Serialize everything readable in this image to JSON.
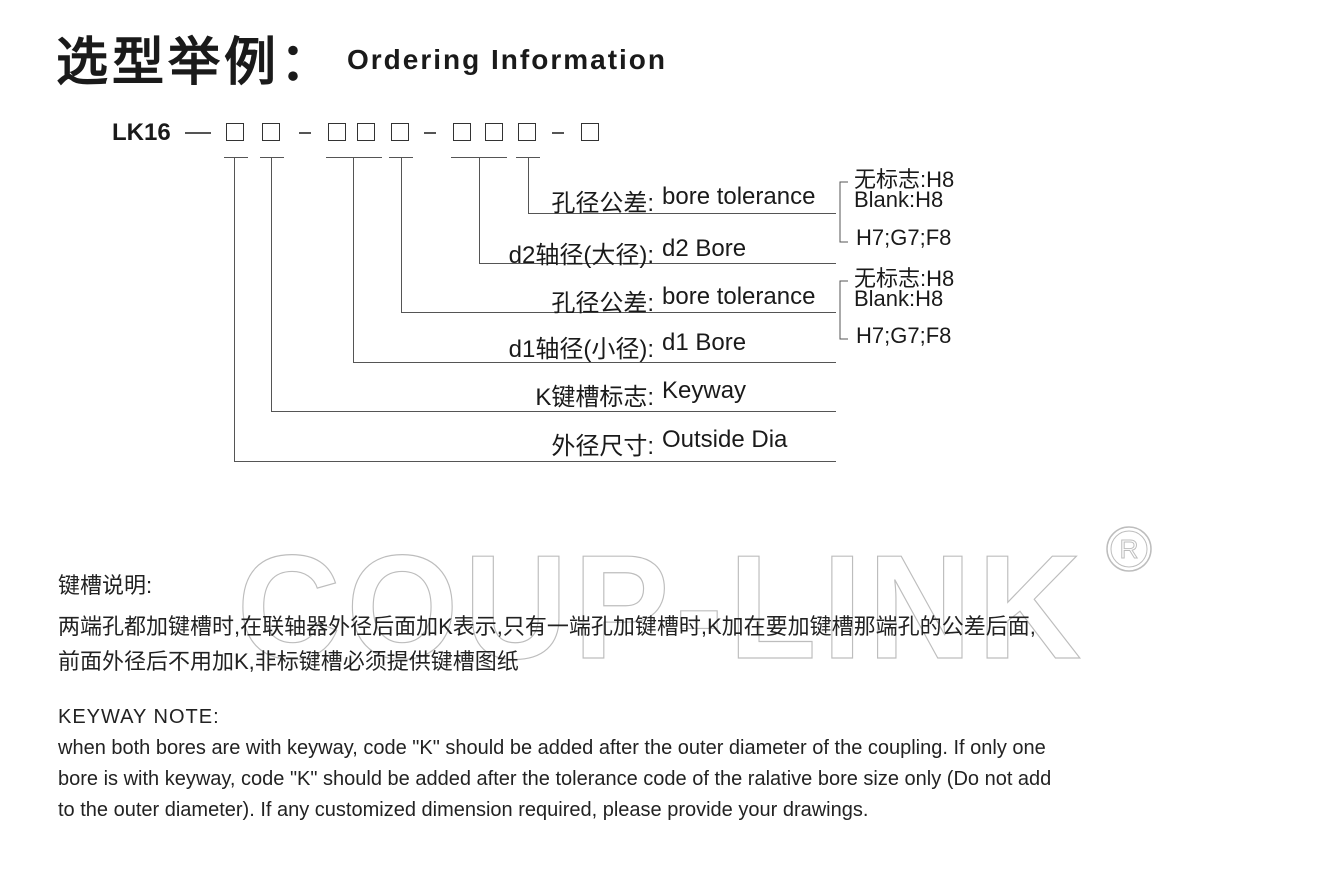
{
  "title": {
    "cn": "选型举例：",
    "en": "Ordering Information"
  },
  "code": {
    "prefix": "LK16"
  },
  "labels": [
    {
      "cn": "孔径公差:",
      "en": "bore tolerance"
    },
    {
      "cn": "d2轴径(大径):",
      "en": "d2 Bore"
    },
    {
      "cn": "孔径公差:",
      "en": "bore tolerance"
    },
    {
      "cn": "d1轴径(小径):",
      "en": "d1 Bore"
    },
    {
      "cn": "K键槽标志:",
      "en": "Keyway"
    },
    {
      "cn": "外径尺寸:",
      "en": "Outside Dia"
    }
  ],
  "tolerance_options": {
    "group1": [
      "无标志:H8",
      "Blank:H8",
      "H7;G7;F8"
    ],
    "group2": [
      "无标志:H8",
      "Blank:H8",
      "H7;G7;F8"
    ]
  },
  "watermark": {
    "text": "COUP-LINK",
    "mark": "R"
  },
  "notes": {
    "cn_heading": "键槽说明:",
    "cn_lines": [
      "两端孔都加键槽时,在联轴器外径后面加K表示,只有一端孔加键槽时,K加在要加键槽那端孔的公差后面,",
      "前面外径后不用加K,非标键槽必须提供键槽图纸"
    ],
    "en_heading": "KEYWAY NOTE:",
    "en_lines": [
      "when both bores are with keyway, code \"K\" should be added after the outer diameter of the coupling. If only one",
      "bore is with keyway, code \"K\" should be added after the tolerance code of the ralative bore size only (Do not add",
      "to the outer diameter). If any customized dimension required, please provide your drawings."
    ]
  }
}
